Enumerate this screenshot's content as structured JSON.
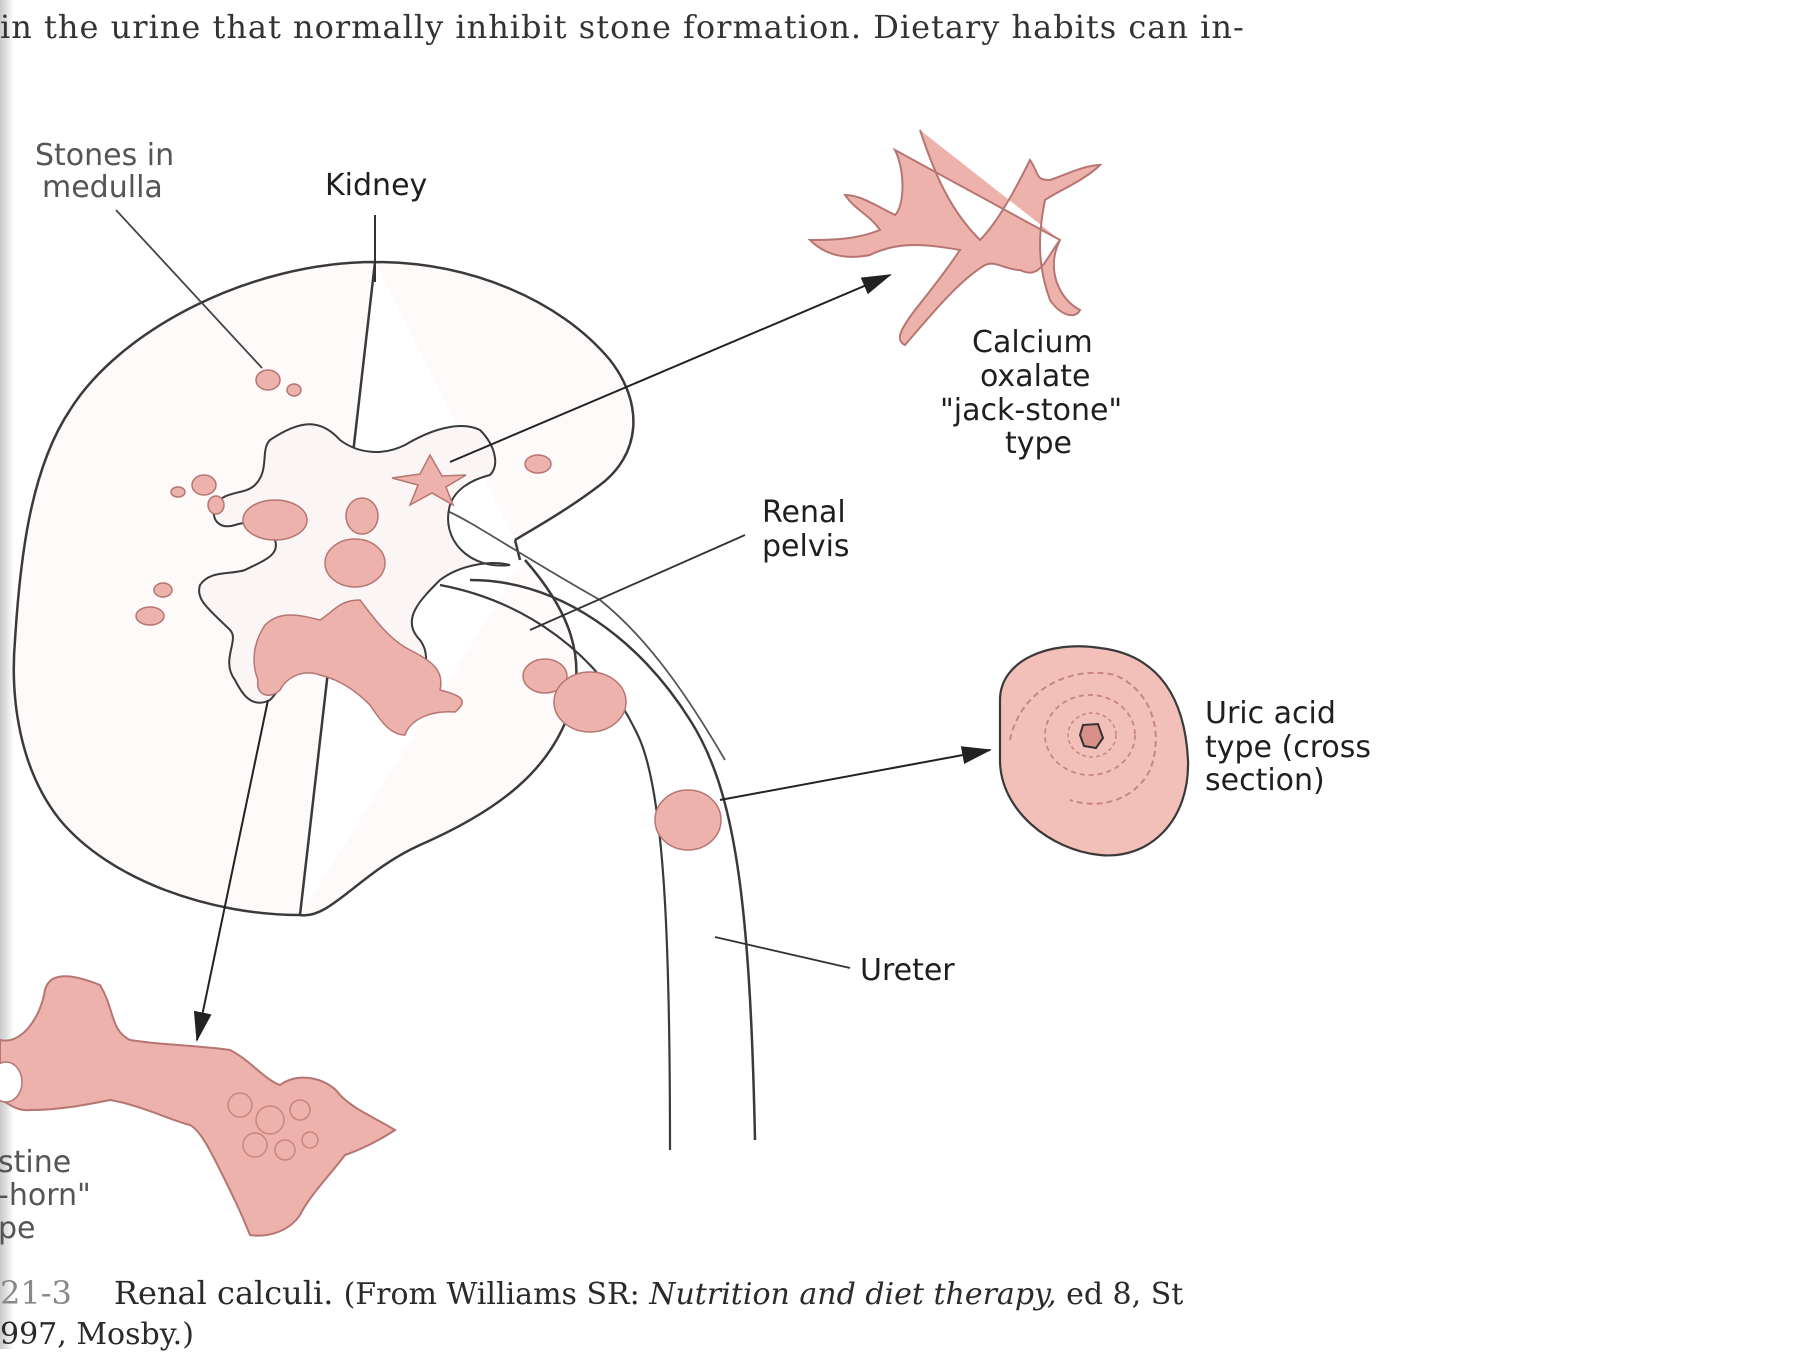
{
  "header_text": "in the urine that normally inhibit stone formation. Dietary habits can in-",
  "labels": {
    "stones_medulla": [
      "Stones in",
      "medulla"
    ],
    "kidney": "Kidney",
    "calcium_oxalate": [
      "Calcium",
      "oxalate",
      "\"jack-stone\"",
      "type"
    ],
    "renal_pelvis": [
      "Renal",
      "pelvis"
    ],
    "uric_acid": [
      "Uric acid",
      "type (cross",
      "section)"
    ],
    "ureter": "Ureter",
    "staghorn": [
      "stine",
      "-horn\"",
      "pe"
    ]
  },
  "caption": {
    "figure_number": "21-3",
    "title": "Renal calculi.",
    "source_prefix": "(From Williams SR: ",
    "source_book": "Nutrition and diet therapy,",
    "source_suffix": " ed 8, St",
    "line2": "997, Mosby.)"
  },
  "colors": {
    "stone_fill": "#eeb2ad",
    "stone_dark": "#c98580",
    "outline": "#3a3a3a"
  }
}
